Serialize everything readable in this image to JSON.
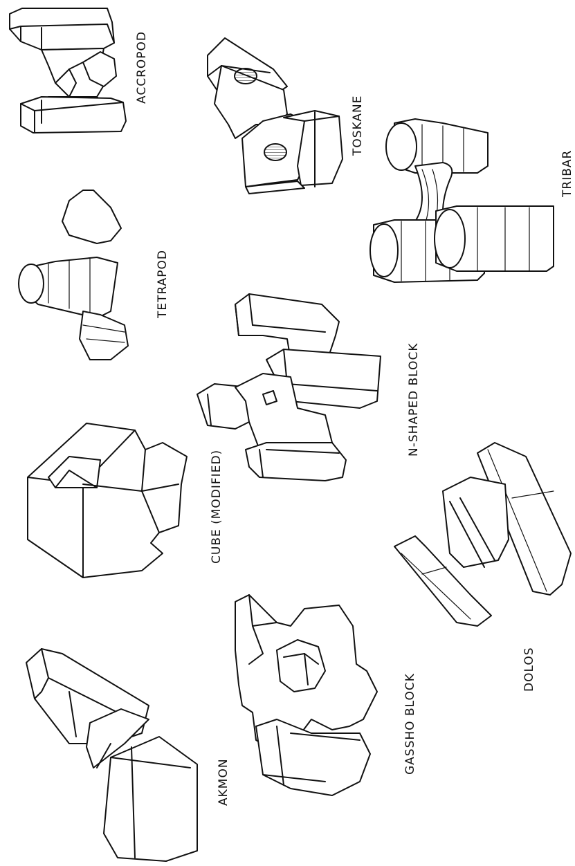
{
  "units": [
    {
      "id": "accropod",
      "label": "ACCROPOD"
    },
    {
      "id": "toskane",
      "label": "TOSKANE"
    },
    {
      "id": "tribar",
      "label": "TRIBAR"
    },
    {
      "id": "tetrapod",
      "label": "TETRAPOD"
    },
    {
      "id": "n-shaped-block",
      "label": "N-SHAPED BLOCK"
    },
    {
      "id": "cube-modified",
      "label": "CUBE (MODIFIED)"
    },
    {
      "id": "dolos",
      "label": "DOLOS"
    },
    {
      "id": "gassho-block",
      "label": "GASSHO BLOCK"
    },
    {
      "id": "akmon",
      "label": "AKMON"
    }
  ]
}
